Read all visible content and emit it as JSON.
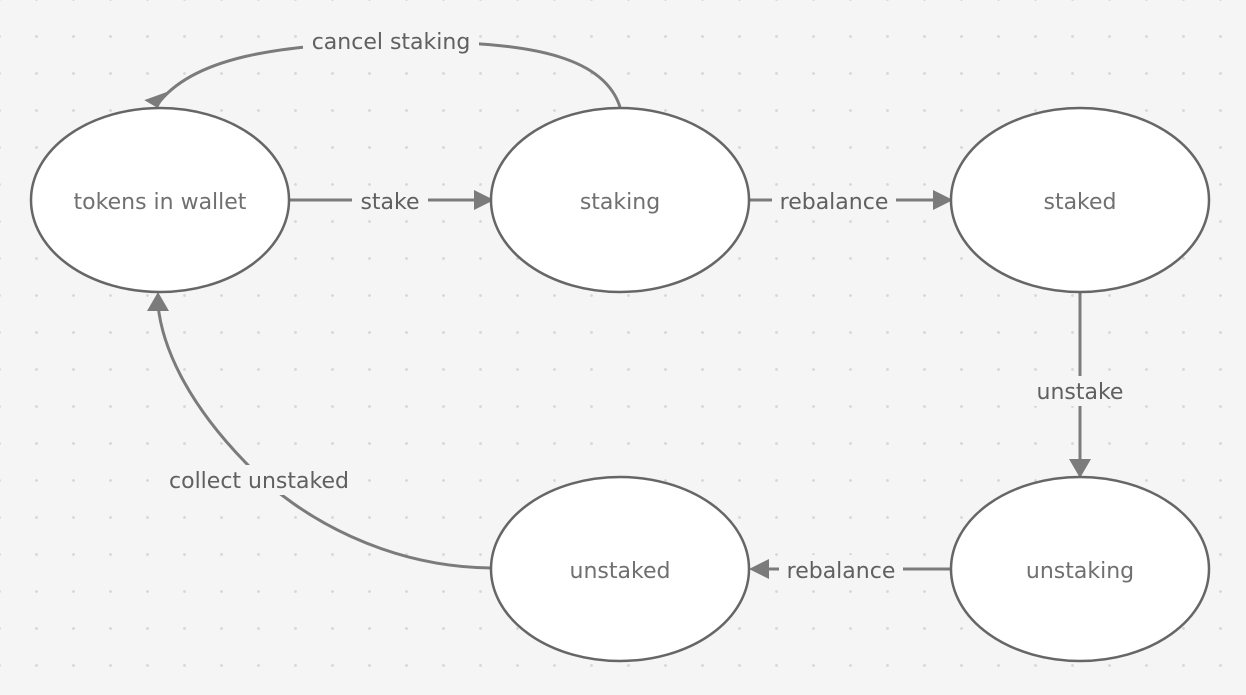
{
  "diagram": {
    "nodes": [
      {
        "id": "wallet",
        "label": "tokens in wallet"
      },
      {
        "id": "staking",
        "label": "staking"
      },
      {
        "id": "staked",
        "label": "staked"
      },
      {
        "id": "unstaking",
        "label": "unstaking"
      },
      {
        "id": "unstaked",
        "label": "unstaked"
      }
    ],
    "edges": [
      {
        "id": "cancel",
        "from": "staking",
        "to": "wallet",
        "label": "cancel staking"
      },
      {
        "id": "stake",
        "from": "wallet",
        "to": "staking",
        "label": "stake"
      },
      {
        "id": "rebalance1",
        "from": "staking",
        "to": "staked",
        "label": "rebalance"
      },
      {
        "id": "unstake",
        "from": "staked",
        "to": "unstaking",
        "label": "unstake"
      },
      {
        "id": "rebalance2",
        "from": "unstaking",
        "to": "unstaked",
        "label": "rebalance"
      },
      {
        "id": "collect",
        "from": "unstaked",
        "to": "wallet",
        "label": "collect unstaked"
      }
    ],
    "colors": {
      "edge": "#7b7b7b",
      "node_border": "#666666",
      "node_fill": "#ffffff",
      "text": "#707070",
      "background": "#f5f5f5"
    }
  }
}
